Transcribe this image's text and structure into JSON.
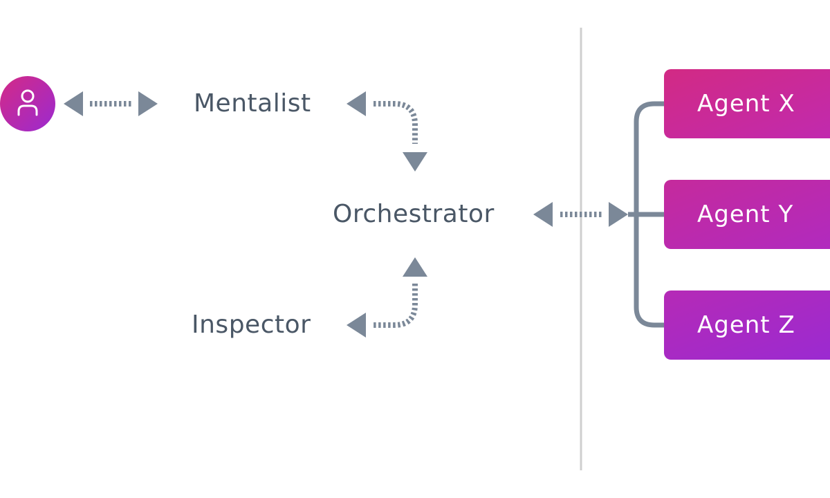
{
  "nodes": {
    "mentalist": "Mentalist",
    "orchestrator": "Orchestrator",
    "inspector": "Inspector"
  },
  "agents": [
    {
      "label": "Agent X"
    },
    {
      "label": "Agent Y"
    },
    {
      "label": "Agent Z"
    }
  ],
  "icons": {
    "user": "user-icon"
  },
  "colors": {
    "connector": "#7b8898",
    "divider": "#cfcfcf",
    "text": "#4a5766",
    "agent_x": [
      "#d22a84",
      "#c02ab0"
    ],
    "agent_y": [
      "#c52a9c",
      "#b02ac0"
    ],
    "agent_z": [
      "#b52ab6",
      "#9a2ad2"
    ],
    "avatar": [
      "#d42a86",
      "#9b2ad0"
    ]
  }
}
